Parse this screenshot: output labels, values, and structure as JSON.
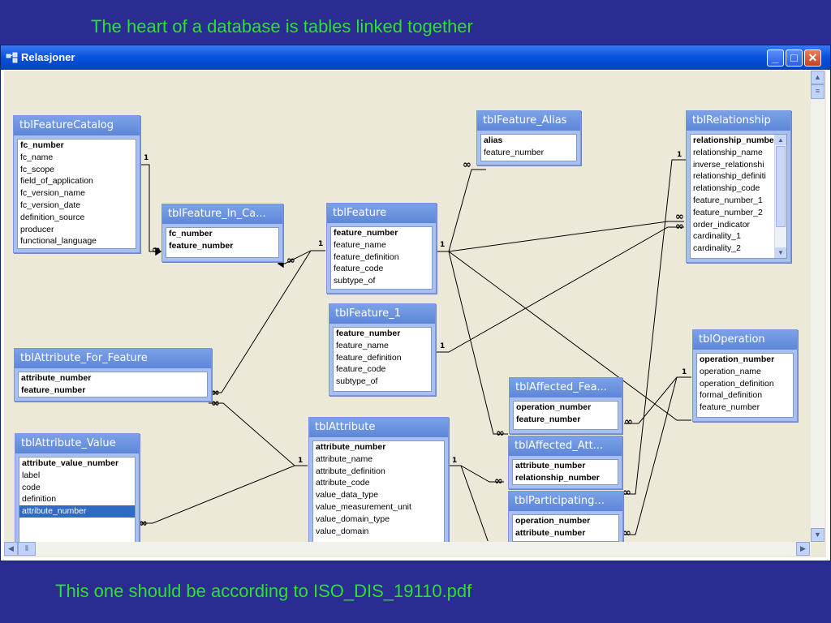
{
  "slide": {
    "title": "The heart of a database is tables linked together",
    "footer": "This one should be according to ISO_DIS_19110.pdf"
  },
  "window": {
    "title": "Relasjoner",
    "minimize": "_",
    "maximize": "□",
    "close": "✕"
  },
  "tables": [
    {
      "name": "tblFeatureCatalog",
      "fields": [
        "fc_number",
        "fc_name",
        "fc_scope",
        "field_of_application",
        "fc_version_name",
        "fc_version_date",
        "definition_source",
        "producer",
        "functional_language"
      ],
      "keys": [
        "fc_number"
      ]
    },
    {
      "name": "tblFeature_In_Ca...",
      "fields": [
        "fc_number",
        "feature_number"
      ],
      "keys": [
        "fc_number",
        "feature_number"
      ]
    },
    {
      "name": "tblFeature",
      "fields": [
        "feature_number",
        "feature_name",
        "feature_definition",
        "feature_code",
        "subtype_of"
      ],
      "keys": [
        "feature_number"
      ]
    },
    {
      "name": "tblFeature_Alias",
      "fields": [
        "alias",
        "feature_number"
      ],
      "keys": [
        "alias"
      ]
    },
    {
      "name": "tblRelationship",
      "fields": [
        "relationship_numbe",
        "relationship_name",
        "inverse_relationshi",
        "relationship_definiti",
        "relationship_code",
        "feature_number_1",
        "feature_number_2",
        "order_indicator",
        "cardinality_1",
        "cardinality_2"
      ],
      "keys": [
        "relationship_numbe"
      ]
    },
    {
      "name": "tblFeature_1",
      "fields": [
        "feature_number",
        "feature_name",
        "feature_definition",
        "feature_code",
        "subtype_of"
      ],
      "keys": [
        "feature_number"
      ]
    },
    {
      "name": "tblAttribute_For_Feature",
      "fields": [
        "attribute_number",
        "feature_number"
      ],
      "keys": [
        "attribute_number",
        "feature_number"
      ]
    },
    {
      "name": "tblOperation",
      "fields": [
        "operation_number",
        "operation_name",
        "operation_definition",
        "formal_definition",
        "feature_number"
      ],
      "keys": [
        "operation_number"
      ]
    },
    {
      "name": "tblAffected_Fea...",
      "fields": [
        "operation_number",
        "feature_number"
      ],
      "keys": [
        "operation_number",
        "feature_number"
      ]
    },
    {
      "name": "tblAttribute_Value",
      "fields": [
        "attribute_value_number",
        "label",
        "code",
        "definition",
        "attribute_number"
      ],
      "keys": [
        "attribute_value_number"
      ],
      "selected": [
        "attribute_number"
      ]
    },
    {
      "name": "tblAttribute",
      "fields": [
        "attribute_number",
        "attribute_name",
        "attribute_definition",
        "attribute_code",
        "value_data_type",
        "value_measurement_unit",
        "value_domain_type",
        "value_domain"
      ],
      "keys": [
        "attribute_number"
      ]
    },
    {
      "name": "tblAffected_Att...",
      "fields": [
        "attribute_number",
        "relationship_number"
      ],
      "keys": [
        "attribute_number",
        "relationship_number"
      ]
    },
    {
      "name": "tblParticipating...",
      "fields": [
        "operation_number",
        "attribute_number"
      ],
      "keys": [
        "operation_number",
        "attribute_number"
      ]
    }
  ],
  "cardinality": {
    "one": "1",
    "many": "∞"
  }
}
